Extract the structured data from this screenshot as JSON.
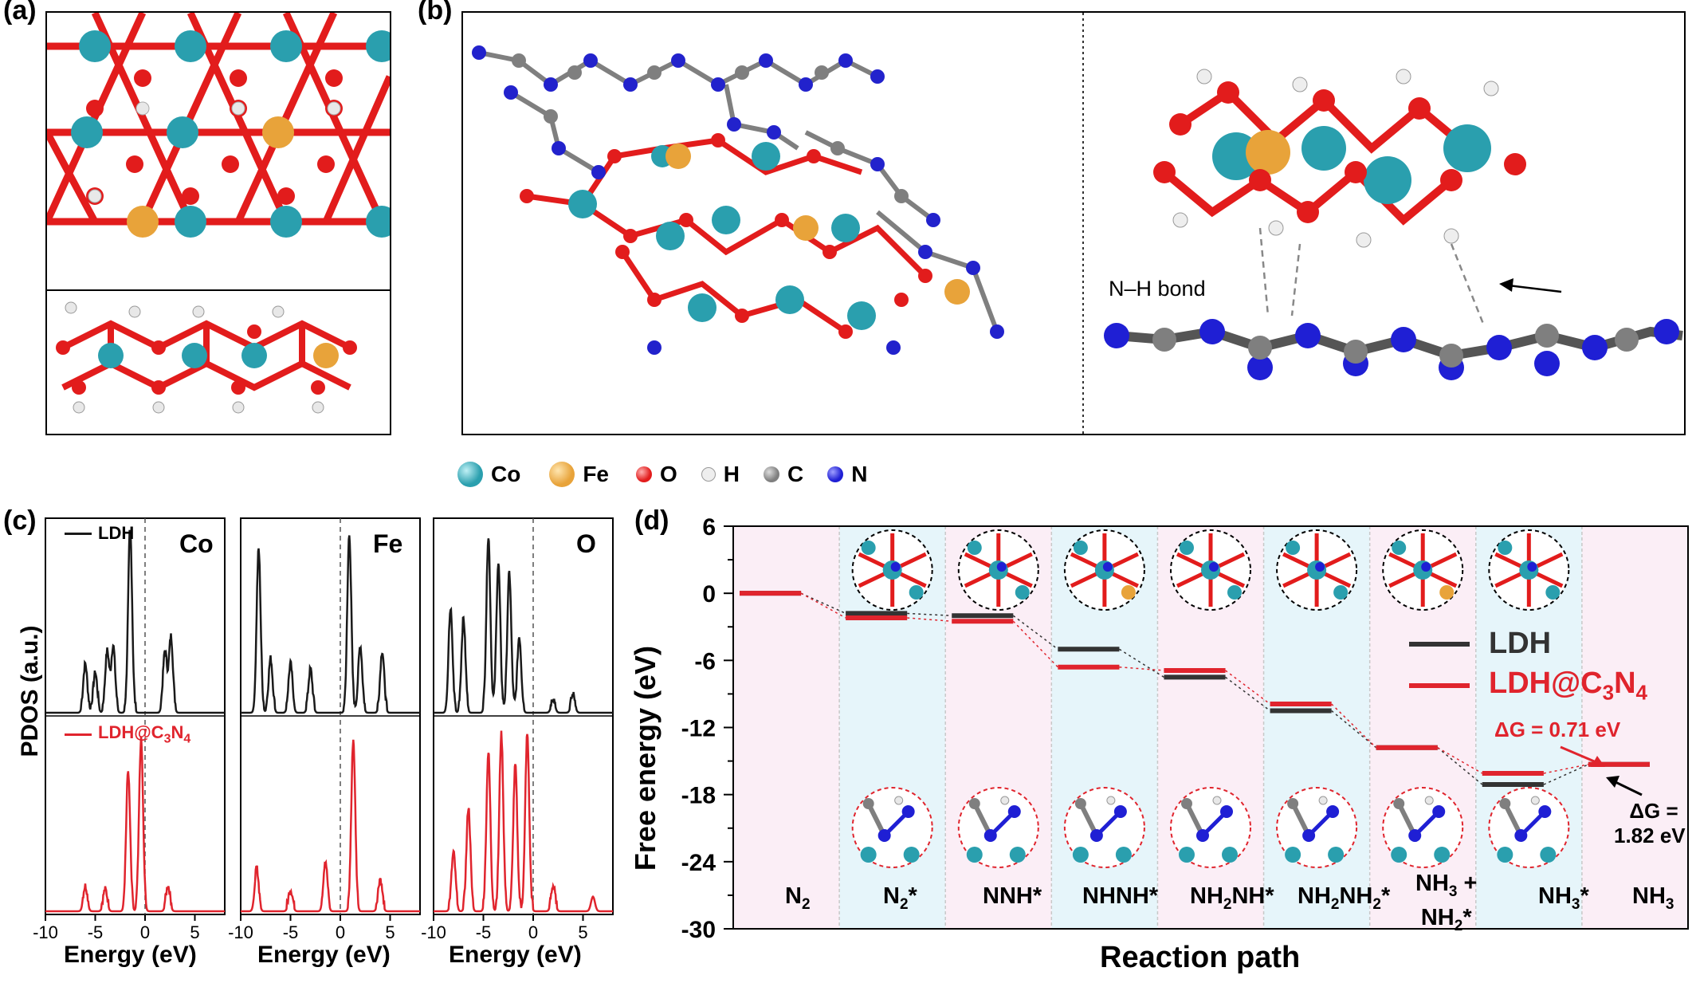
{
  "panels": {
    "a": "(a)",
    "b": "(b)",
    "c": "(c)",
    "d": "(d)"
  },
  "panel_b": {
    "annotation": "N–H bond"
  },
  "legend_atoms": [
    {
      "label": "Co",
      "color": "#2a9fae"
    },
    {
      "label": "Fe",
      "color": "#e8a33a"
    },
    {
      "label": "O",
      "color": "#e21c1c"
    },
    {
      "label": "H",
      "color": "#eeeeee"
    },
    {
      "label": "C",
      "color": "#7f7f7f"
    },
    {
      "label": "N",
      "color": "#1f1fd4"
    }
  ],
  "panel_c": {
    "ylabel": "PDOS (a.u.)",
    "xlabel": "Energy (eV)",
    "series_top": "LDH",
    "series_bottom": "LDH@C3N4",
    "colors": {
      "LDH": "#1a1a1a",
      "LDH@C3N4": "#e0242d"
    },
    "element_labels": [
      "Co",
      "Fe",
      "O"
    ],
    "xticks": [
      "-10",
      "-5",
      "0",
      "5"
    ]
  },
  "panel_d": {
    "ylabel": "Free energy (eV)",
    "xlabel": "Reaction path",
    "yticks": [
      "6",
      "0",
      "-6",
      "-12",
      "-18",
      "-24",
      "-30"
    ],
    "steps": [
      "N2",
      "N2*",
      "NNH*",
      "NHNH*",
      "NH2NH*",
      "NH2NH2*",
      "NH3 + NH2*",
      "NH3*",
      "NH3"
    ],
    "legend": [
      "LDH",
      "LDH@C3N4"
    ],
    "dg_red": "ΔG = 0.71 eV",
    "dg_black_1": "ΔG =",
    "dg_black_2": "1.82 eV"
  },
  "chart_data": [
    {
      "type": "line",
      "title": "",
      "xlabel": "Energy (eV)",
      "ylabel": "PDOS (a.u.)",
      "xlim": [
        -10,
        8
      ],
      "panels": [
        "Co",
        "Fe",
        "O"
      ],
      "series": [
        {
          "name": "LDH",
          "note": "upper row"
        },
        {
          "name": "LDH@C3N4",
          "note": "lower row"
        }
      ],
      "peaks_LDH_Co": [
        -6,
        -3.5,
        -1.5,
        2.5
      ],
      "peaks_LDH_Fe": [
        -8,
        1,
        4
      ],
      "peaks_LDH_O": [
        -6.5,
        -4.5,
        -2
      ]
    },
    {
      "type": "line",
      "title": "",
      "xlabel": "Reaction path",
      "ylabel": "Free energy (eV)",
      "ylim": [
        -30,
        6
      ],
      "categories": [
        "N2",
        "N2*",
        "NNH*",
        "NHNH*",
        "NH2NH*",
        "NH2NH2*",
        "NH3 + NH2*",
        "NH3*",
        "NH3"
      ],
      "series": [
        {
          "name": "LDH",
          "values": [
            0,
            -1.8,
            -2.0,
            -5.0,
            -7.5,
            -10.5,
            -13.8,
            -17.1,
            -15.3
          ]
        },
        {
          "name": "LDH@C3N4",
          "values": [
            0,
            -2.2,
            -2.5,
            -6.6,
            -6.9,
            -9.9,
            -13.8,
            -16.1,
            -15.3
          ]
        }
      ]
    }
  ]
}
